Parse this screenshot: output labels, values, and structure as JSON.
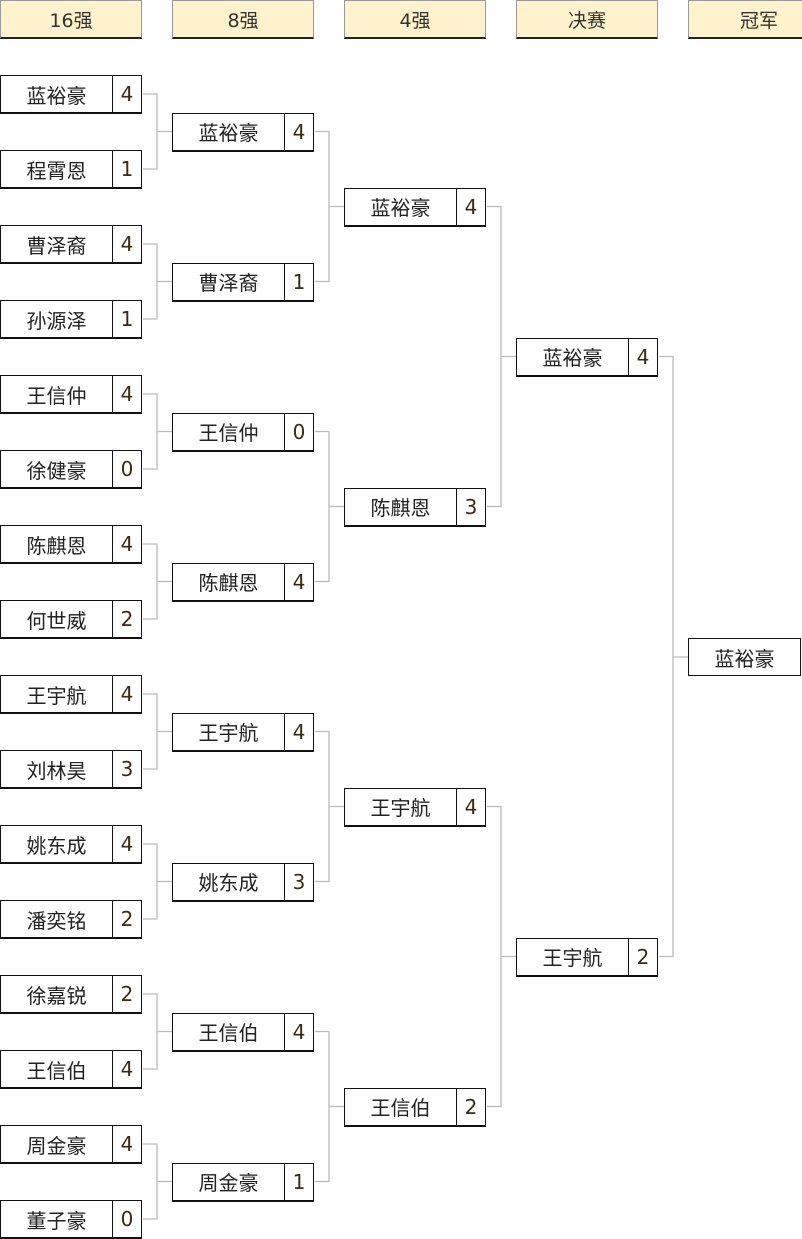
{
  "headers": [
    "16强",
    "8强",
    "4强",
    "决赛",
    "冠军"
  ],
  "rounds": [
    [
      {
        "name": "蓝裕豪",
        "score": "4"
      },
      {
        "name": "程霄恩",
        "score": "1"
      },
      {
        "name": "曹泽裔",
        "score": "4"
      },
      {
        "name": "孙源泽",
        "score": "1"
      },
      {
        "name": "王信仲",
        "score": "4"
      },
      {
        "name": "徐健豪",
        "score": "0"
      },
      {
        "name": "陈麒恩",
        "score": "4"
      },
      {
        "name": "何世威",
        "score": "2"
      },
      {
        "name": "王宇航",
        "score": "4"
      },
      {
        "name": "刘林昊",
        "score": "3"
      },
      {
        "name": "姚东成",
        "score": "4"
      },
      {
        "name": "潘奕铭",
        "score": "2"
      },
      {
        "name": "徐嘉锐",
        "score": "2"
      },
      {
        "name": "王信伯",
        "score": "4"
      },
      {
        "name": "周金豪",
        "score": "4"
      },
      {
        "name": "董子豪",
        "score": "0"
      }
    ],
    [
      {
        "name": "蓝裕豪",
        "score": "4"
      },
      {
        "name": "曹泽裔",
        "score": "1"
      },
      {
        "name": "王信仲",
        "score": "0"
      },
      {
        "name": "陈麒恩",
        "score": "4"
      },
      {
        "name": "王宇航",
        "score": "4"
      },
      {
        "name": "姚东成",
        "score": "3"
      },
      {
        "name": "王信伯",
        "score": "4"
      },
      {
        "name": "周金豪",
        "score": "1"
      }
    ],
    [
      {
        "name": "蓝裕豪",
        "score": "4"
      },
      {
        "name": "陈麒恩",
        "score": "3"
      },
      {
        "name": "王宇航",
        "score": "4"
      },
      {
        "name": "王信伯",
        "score": "2"
      }
    ],
    [
      {
        "name": "蓝裕豪",
        "score": "4"
      },
      {
        "name": "王宇航",
        "score": "2"
      }
    ]
  ],
  "champion": "蓝裕豪",
  "colors": {
    "header_bg": "#fff2cc",
    "connector": "#bbbbbb"
  }
}
